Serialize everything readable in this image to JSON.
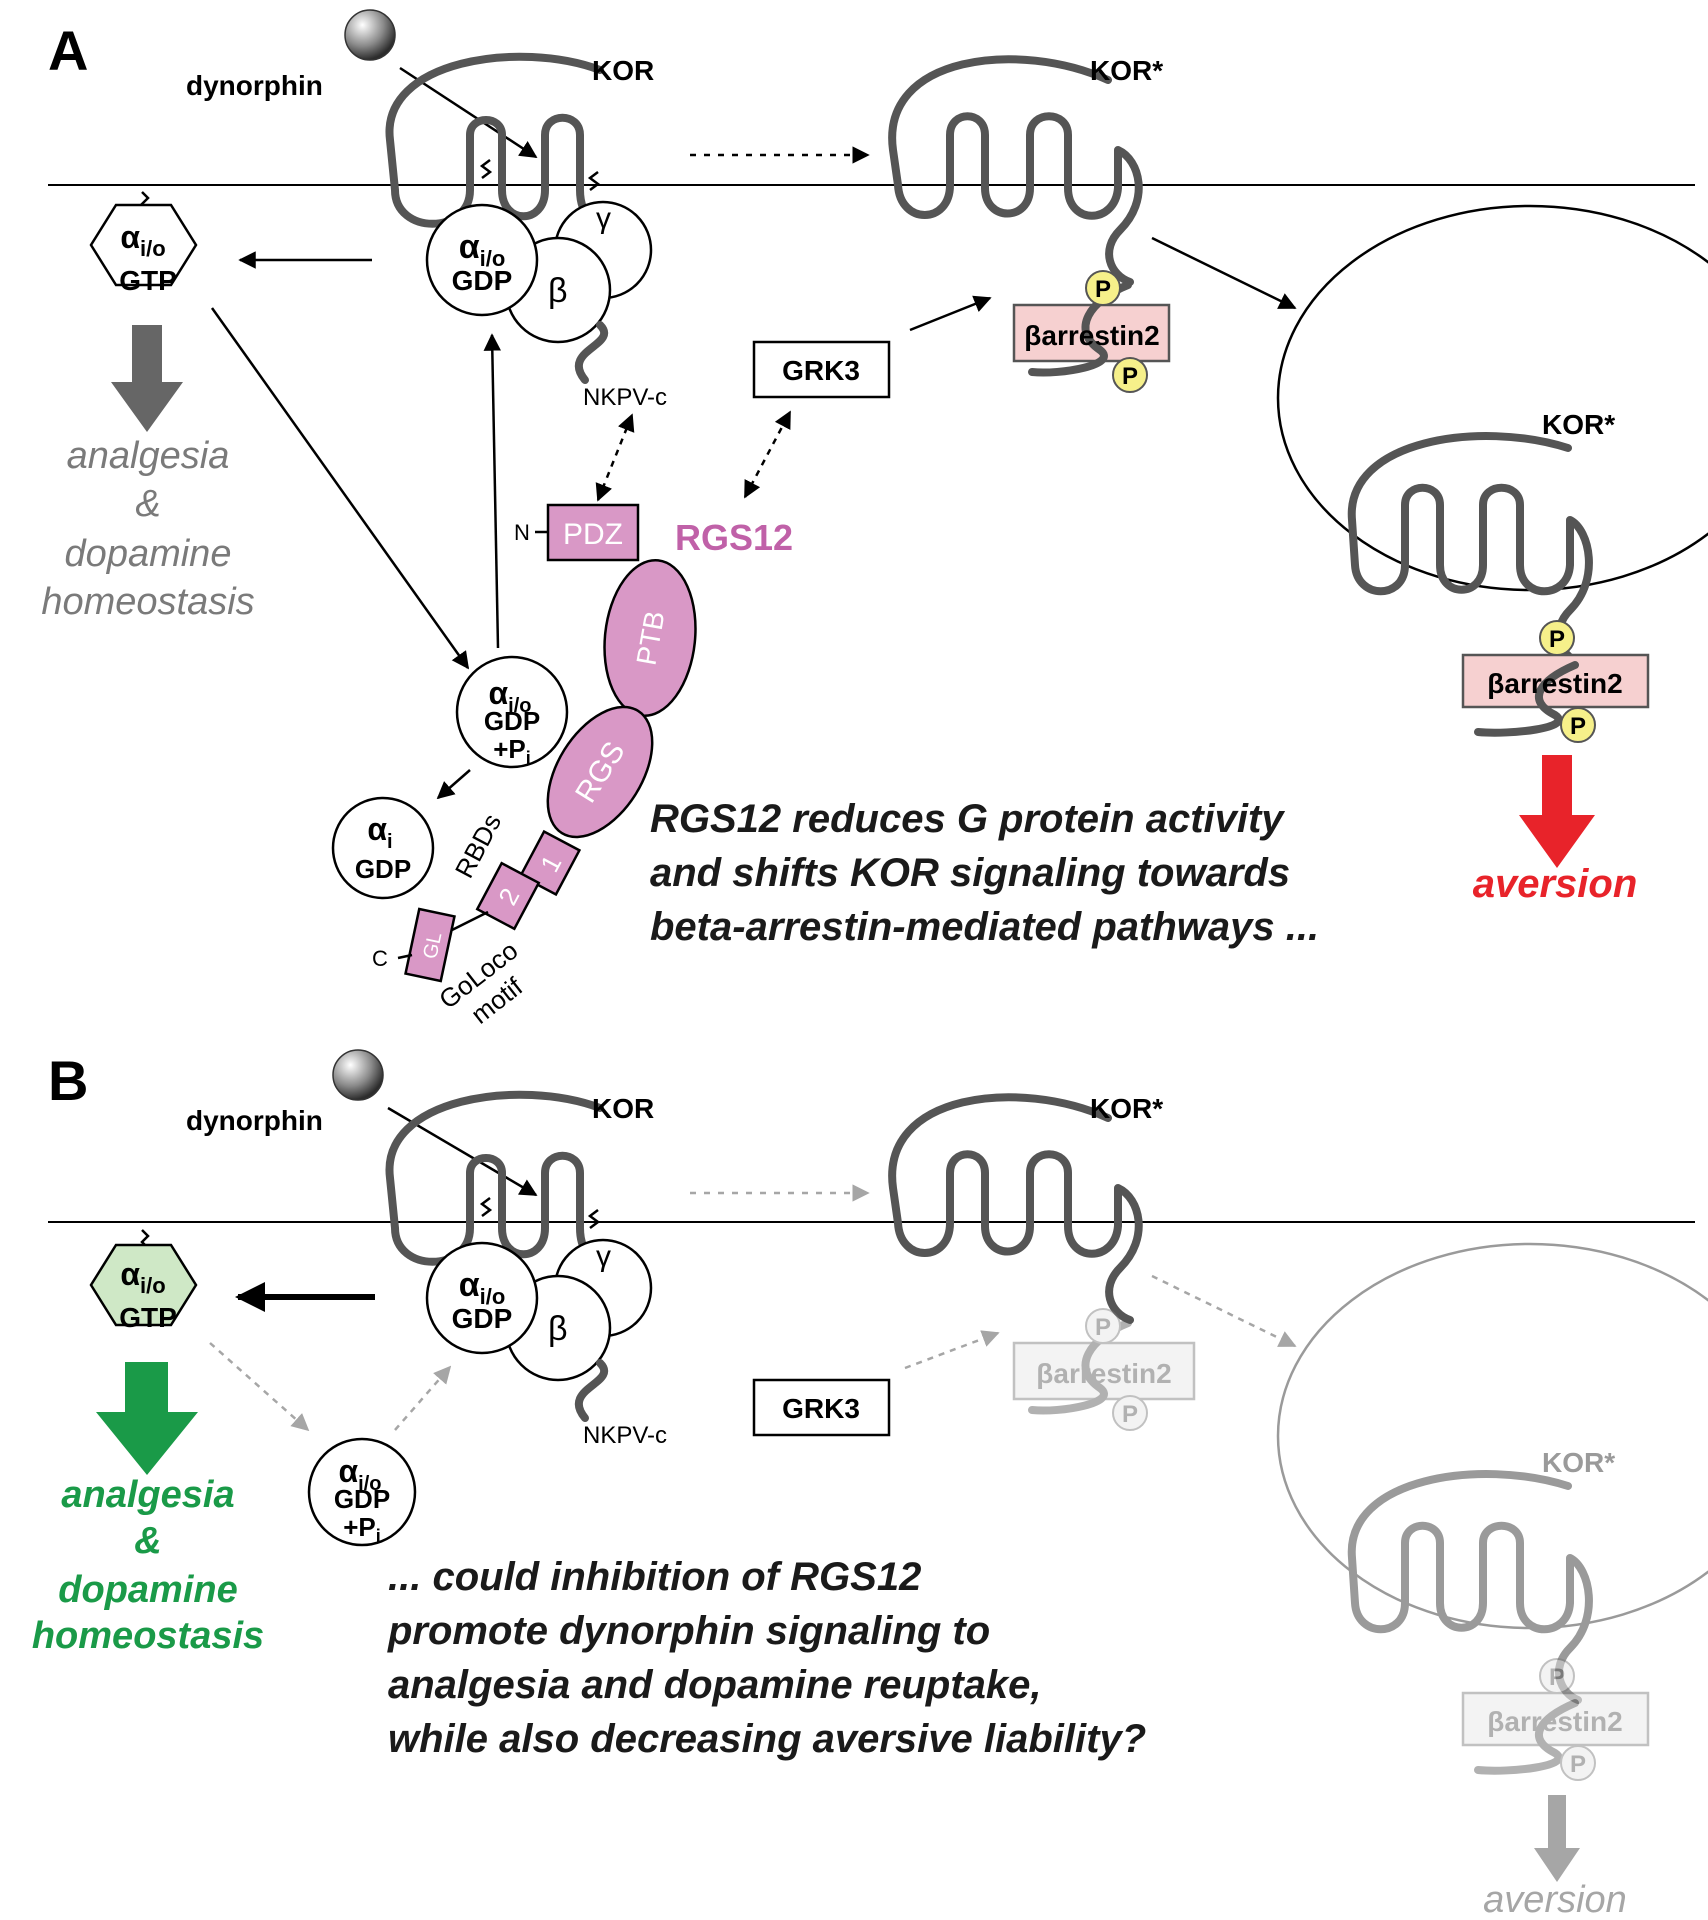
{
  "panel_a": {
    "letter": "A",
    "ligand": "dynorphin",
    "receptor_label": "KOR",
    "active_receptor_label": "KOR*",
    "galpha_gtp": {
      "alpha": "α",
      "sub": "i/o",
      "line2": "GTP"
    },
    "trimer_alpha": {
      "alpha": "α",
      "sub": "i/o",
      "line2": "GDP"
    },
    "beta": "β",
    "gamma": "γ",
    "nkpv": "NKPV-c",
    "outcome": [
      "analgesia",
      "&",
      "dopamine",
      "homeostasis"
    ],
    "gdp_pi": {
      "alpha": "α",
      "sub": "i/o",
      "line2": "GDP",
      "line3": "+P",
      "line3_sub": "i"
    },
    "alpha_i_gdp": {
      "alpha": "α",
      "sub": "i",
      "line2": "GDP"
    },
    "grk3": "GRK3",
    "barrestin": "βarrestin2",
    "phospho": "P",
    "rgs12": {
      "name": "RGS12",
      "n_term": "N",
      "c_term": "C",
      "pdz": "PDZ",
      "ptb": "PTB",
      "rgs": "RGS",
      "rbd1": "1",
      "rbd2": "2",
      "rbds": "RBDs",
      "gl": "GL",
      "goloco": [
        "GoLoco",
        "motif"
      ]
    },
    "aversion": "aversion",
    "statement": [
      "RGS12 reduces G protein activity",
      "and shifts KOR signaling towards",
      "beta-arrestin-mediated pathways ..."
    ]
  },
  "panel_b": {
    "letter": "B",
    "ligand": "dynorphin",
    "receptor_label": "KOR",
    "active_receptor_label": "KOR*",
    "galpha_gtp": {
      "alpha": "α",
      "sub": "i/o",
      "line2": "GTP"
    },
    "trimer_alpha": {
      "alpha": "α",
      "sub": "i/o",
      "line2": "GDP"
    },
    "beta": "β",
    "gamma": "γ",
    "nkpv": "NKPV-c",
    "outcome": [
      "analgesia",
      "&",
      "dopamine",
      "homeostasis"
    ],
    "gdp_pi": {
      "alpha": "α",
      "sub": "i/o",
      "line2": "GDP",
      "line3": "+P",
      "line3_sub": "i"
    },
    "grk3": "GRK3",
    "barrestin": "βarrestin2",
    "phospho": "P",
    "aversion": "aversion",
    "question": [
      "... could inhibition of RGS12",
      "promote dynorphin signaling to",
      "analgesia and dopamine reuptake,",
      "while also decreasing aversive liability?"
    ]
  },
  "colors": {
    "receptor": "#555555",
    "faded": "#a6a6a6",
    "rgs12_pink": "#d998c6",
    "rgs12_text": "#c061a8",
    "arrestin_fill": "#f6d0d0",
    "phospho_yellow": "#f6f08a",
    "aversion_red": "#e8232a",
    "outcome_gray": "#7a7a7a",
    "outcome_green": "#1a9a48",
    "gtp_green": "#cfe8c6"
  }
}
